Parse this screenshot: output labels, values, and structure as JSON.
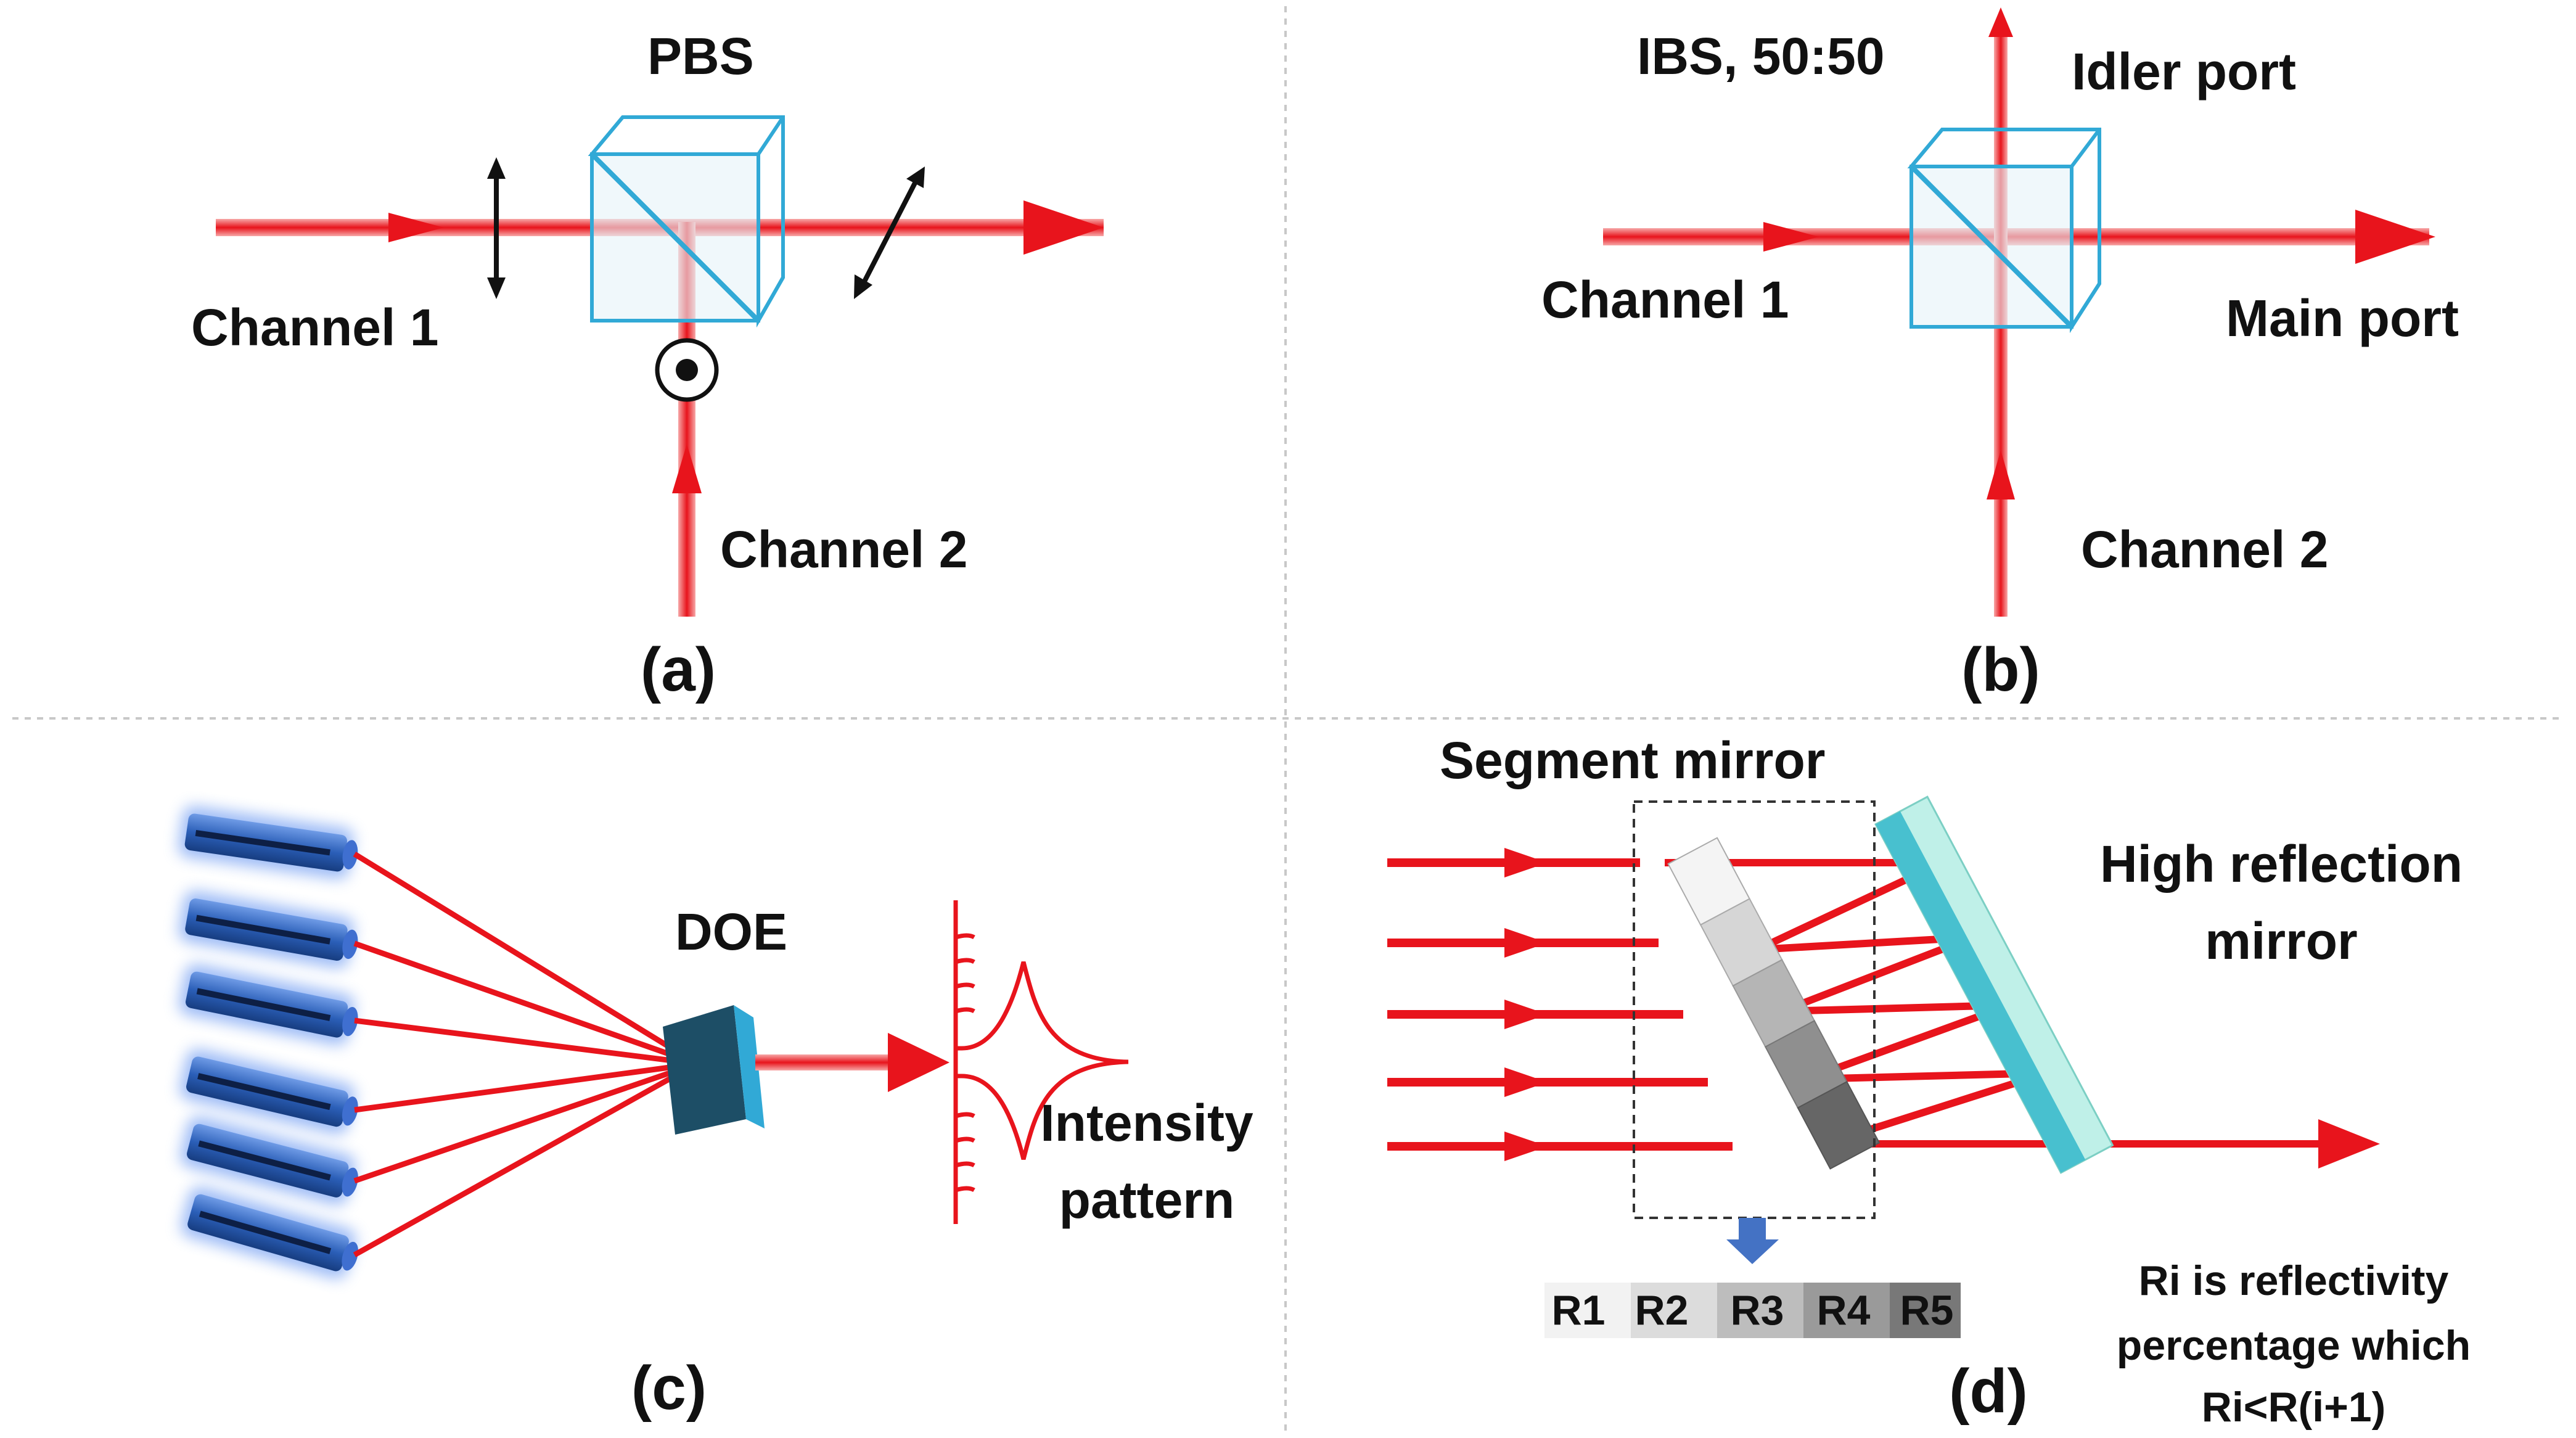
{
  "panels": {
    "a": {
      "caption": "(a)",
      "cube_label": "PBS",
      "input1_label": "Channel 1",
      "input2_label": "Channel 2"
    },
    "b": {
      "caption": "(b)",
      "cube_label": "IBS, 50:50",
      "idler_label": "Idler port",
      "main_label": "Main port",
      "input1_label": "Channel 1",
      "input2_label": "Channel 2"
    },
    "c": {
      "caption": "(c)",
      "element_label": "DOE",
      "pattern_label_line1": "Intensity",
      "pattern_label_line2": "pattern",
      "laser_count": 6
    },
    "d": {
      "caption": "(d)",
      "segment_label": "Segment mirror",
      "hr_label_line1": "High reflection",
      "hr_label_line2": "mirror",
      "segments": [
        "R1",
        "R2",
        "R3",
        "R4",
        "R5"
      ],
      "note_line1": "Ri is reflectivity",
      "note_line2": "percentage which",
      "note_line3": "Ri<R(i+1)"
    }
  },
  "colors": {
    "beam": "#e8141c",
    "cube": "#31a9d6",
    "laser": "#2b5fb8",
    "hr_mirror": "#48c0cf",
    "doe": "#1d4e66",
    "arrow_down": "#4472c4",
    "divider": "#c8c8c8"
  }
}
